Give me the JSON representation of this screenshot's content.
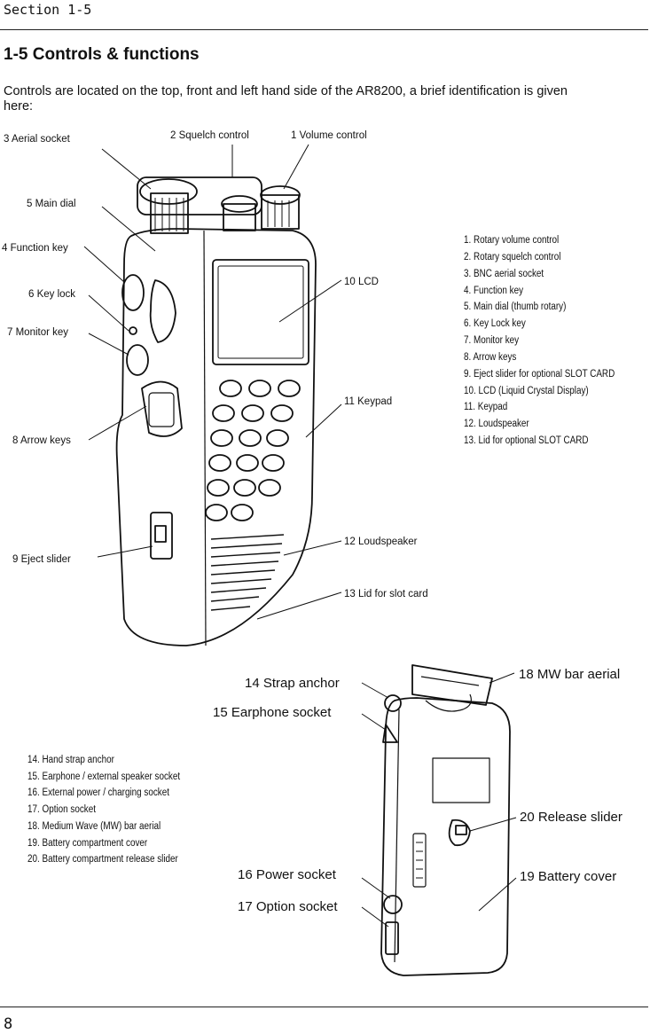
{
  "header": {
    "section": "Section 1-5"
  },
  "title": "1-5  Controls & functions",
  "intro": "Controls are located on the top, front and left hand side of the AR8200, a brief identification is given here:",
  "front_list": [
    "1.  Rotary volume control",
    "2.  Rotary squelch control",
    "3.  BNC aerial socket",
    "4.  Function key",
    "5.  Main dial (thumb rotary)",
    "6.  Key Lock key",
    "7.  Monitor key",
    "8.  Arrow keys",
    "9.  Eject slider for optional SLOT CARD",
    "10.  LCD (Liquid Crystal Display)",
    "11.  Keypad",
    "12.  Loudspeaker",
    "13.  Lid for optional SLOT CARD"
  ],
  "back_list": [
    "14.  Hand strap anchor",
    "15.  Earphone / external speaker socket",
    "16.  External power / charging socket",
    "17.  Option socket",
    "18.  Medium Wave (MW) bar aerial",
    "19.  Battery compartment cover",
    "20.  Battery compartment release slider"
  ],
  "front_callouts": {
    "c1": "1 Volume control",
    "c2": "2 Squelch control",
    "c3": "3 Aerial socket",
    "c4": "4 Function key",
    "c5": "5 Main dial",
    "c6": "6 Key lock",
    "c7": "7 Monitor key",
    "c8": "8 Arrow keys",
    "c9": "9 Eject slider",
    "c10": "10 LCD",
    "c11": "11 Keypad",
    "c12": "12 Loudspeaker",
    "c13": "13 Lid for slot card"
  },
  "back_callouts": {
    "c14": "14 Strap anchor",
    "c15": "15 Earphone socket",
    "c16": "16 Power socket",
    "c17": "17 Option socket",
    "c18": "18 MW bar aerial",
    "c19": "19 Battery cover",
    "c20": "20 Release slider"
  },
  "page_number": "8"
}
